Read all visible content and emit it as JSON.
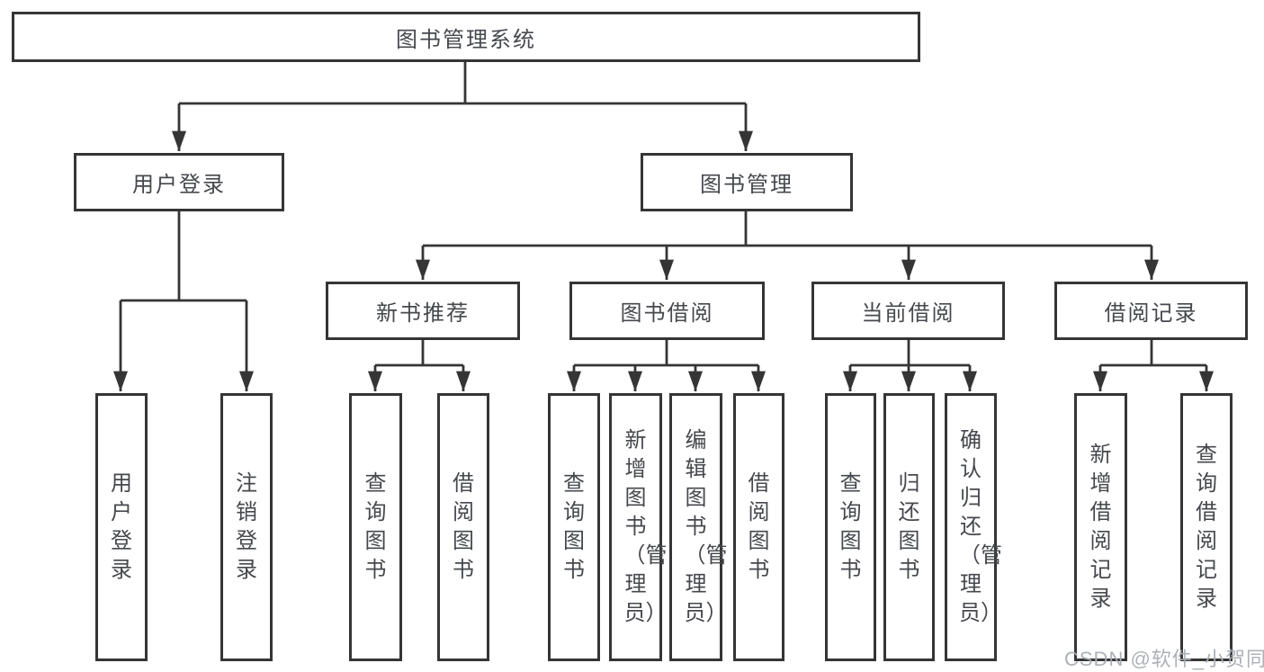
{
  "diagram": {
    "type": "tree",
    "colors": {
      "line": "#353535",
      "text": "#46484d",
      "box_bg": "#ffffff",
      "watermark": "#a8adb3"
    },
    "tree": {
      "label": "图书管理系统",
      "children": [
        {
          "label": "用户登录",
          "children": [
            {
              "label": "用户登录"
            },
            {
              "label": "注销登录"
            }
          ]
        },
        {
          "label": "图书管理",
          "children": [
            {
              "label": "新书推荐",
              "children": [
                {
                  "label": "查询图书"
                },
                {
                  "label": "借阅图书"
                }
              ]
            },
            {
              "label": "图书借阅",
              "children": [
                {
                  "label": "查询图书"
                },
                {
                  "label": "新增图书（管理员）"
                },
                {
                  "label": "编辑图书（管理员）"
                },
                {
                  "label": "借阅图书"
                }
              ]
            },
            {
              "label": "当前借阅",
              "children": [
                {
                  "label": "查询图书"
                },
                {
                  "label": "归还图书"
                },
                {
                  "label": "确认归还（管理员）"
                }
              ]
            },
            {
              "label": "借阅记录",
              "children": [
                {
                  "label": "新增借阅记录"
                },
                {
                  "label": "查询借阅记录"
                }
              ]
            }
          ]
        }
      ]
    },
    "watermark": "CSDN @软件_小贺同学"
  }
}
